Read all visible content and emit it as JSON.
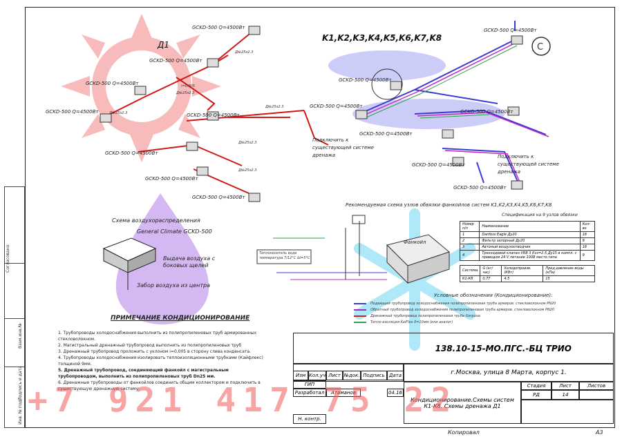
{
  "drawing": {
    "d1_label": "Д1",
    "k_label": "K1,K2,K3,K4,K5,K6,K7,K8",
    "units_left": [
      "GCKD-500 Q=4500Вт",
      "GCKD-500 Q=4500Вт",
      "GCKD-500 Q=4500Вт",
      "GCKD-500 Q=4500Вт",
      "GCKD-500 Q=4500Вт",
      "GCKD-500 Q=4500Вт",
      "GCKD-500 Q=4500Вт",
      "GCKD-500 Q=4500Вт"
    ],
    "units_right": [
      "GCKD-500 Q=4500Вт",
      "GCKD-500 Q=4500Вт",
      "GCKD-500 Q=4500Вт",
      "GCKD-500 Q=4500Вт",
      "GCKD-500 Q=4500Вт",
      "GCKD-500 Q=4500Вт",
      "GCKD-500 Q=4500Вт"
    ],
    "pipe_labels": [
      "Д№25х2.3",
      "Д№25х2.3",
      "Д№25х2.3",
      "Д№25х2.3",
      "Д№25х2.3",
      "Д№25х2.3",
      "i=0.005"
    ],
    "connect_left": "Подключить к существующей системе дренажа",
    "connect_right": "Подключить к существующей системе дренажа",
    "scheme_title": "Рекомендуемая схема узлов обвязки фанкойлов систем K1,K2,K3,K4,K5,K6,K7,K8",
    "fancoil_label": "Фанкойл",
    "thermostat_label": "Теплоноситель вода температура 7/12°С ∆t=5°С",
    "air_scheme_title": "Схема воздухораспределения",
    "air_device": "General Climate GCKD-500",
    "air_out": "Выдача воздуха с боковых щелей",
    "air_in": "Забор воздуха из центра",
    "notes_title": "ПРИМЕЧАНИЕ КОНДИЦИОНИРОВАНИЕ",
    "notes": [
      "1. Трубопроводы холодоснабжения выполнить из полипропиленовых труб армированных стекловолокном.",
      "2. Магистральный дренажный трубопровод выполнить из полипропиленовых труб",
      "3. Дренажный трубопровод проложить с уклоном i=0,005 в сторону слива конденсата.",
      "4. Трубопроводы холодоснабжения изолировать теплоизоляционными трубками (Кайфлекс) толщиной 9мм.",
      "5. Дренажный трубопровод, соединяющий фанкойл с магистральным трубопроводом, выполнить из полипропиленовых труб Dn25 мм.",
      "6. Дренажные трубопроводы от фанкойлов соединить общим коллектором и подключить в существующую дренажную систему."
    ],
    "spec_title": "Спецификация на 9 узлов обвязки",
    "spec_headers": [
      "Номер п/п",
      "Наименование",
      "Кол-во"
    ],
    "spec_rows": [
      [
        "1",
        "Danfoss Eagle Ду20",
        "18"
      ],
      [
        "2",
        "Фильтр запорный Ду20",
        "9"
      ],
      [
        "3",
        "Автоный воздухоотводчик",
        "18"
      ],
      [
        "4",
        "Трехходовой клапан VRB 3 Kvs=2.5 Ду15 в компл. с приводом 24 V питание 100В место.типа",
        "9"
      ]
    ],
    "sys_headers": [
      "Система",
      "G (кг/час)",
      "Холодопроизв. (КВт)",
      "Пред.давление воды (кПа)"
    ],
    "sys_row": [
      "К1-К8",
      "0,77",
      "4.5",
      "15"
    ],
    "legend_title": "Условные обозначения (Кондиционирование):",
    "legend": [
      "Подающий трубопровод холодоснабжения полипропиленовая труба армиров. стекловолокном PN20",
      "Обратный трубопровод холодоснабжения полипропиленовая труба армиров. стекловолокном PN20",
      "Дренажный трубопровод полипропиленовая труба Gerpoxa",
      "Тепло изоляция KaiFlex δ=10мм (или аналог)"
    ],
    "legend_colors": [
      "#3b3bd6",
      "#9a2fb5",
      "#d61e1e",
      "#2aa04a"
    ]
  },
  "title_block": {
    "doc_code": "138.10-15-МО.ПГС.-БЦ ТРИО",
    "address": "г.Москва, улица 8 Марта, корпус 1.",
    "col_headers": [
      "Изм",
      "Кол.уч",
      "Лист",
      "№док.",
      "Подпись",
      "Дата"
    ],
    "gip": "ГИП",
    "developed": "Разработал",
    "developer_name": "Атаманов",
    "date": "04.16",
    "norm_control": "Н. контр.",
    "stage_header": "Стадия",
    "sheet_header": "Лист",
    "sheets_header": "Листов",
    "stage": "РД",
    "sheet": "14",
    "description": "Кондиционирование.Схемы систем К1-К8. Схемы дренажа Д1",
    "copied": "Копировал",
    "format": "А3"
  },
  "side_strip": [
    "Согласовано",
    "Взам.инв.№",
    "Подпись и дата",
    "Инв. № подл."
  ],
  "watermark_phone": "+7 921 417 75 22"
}
